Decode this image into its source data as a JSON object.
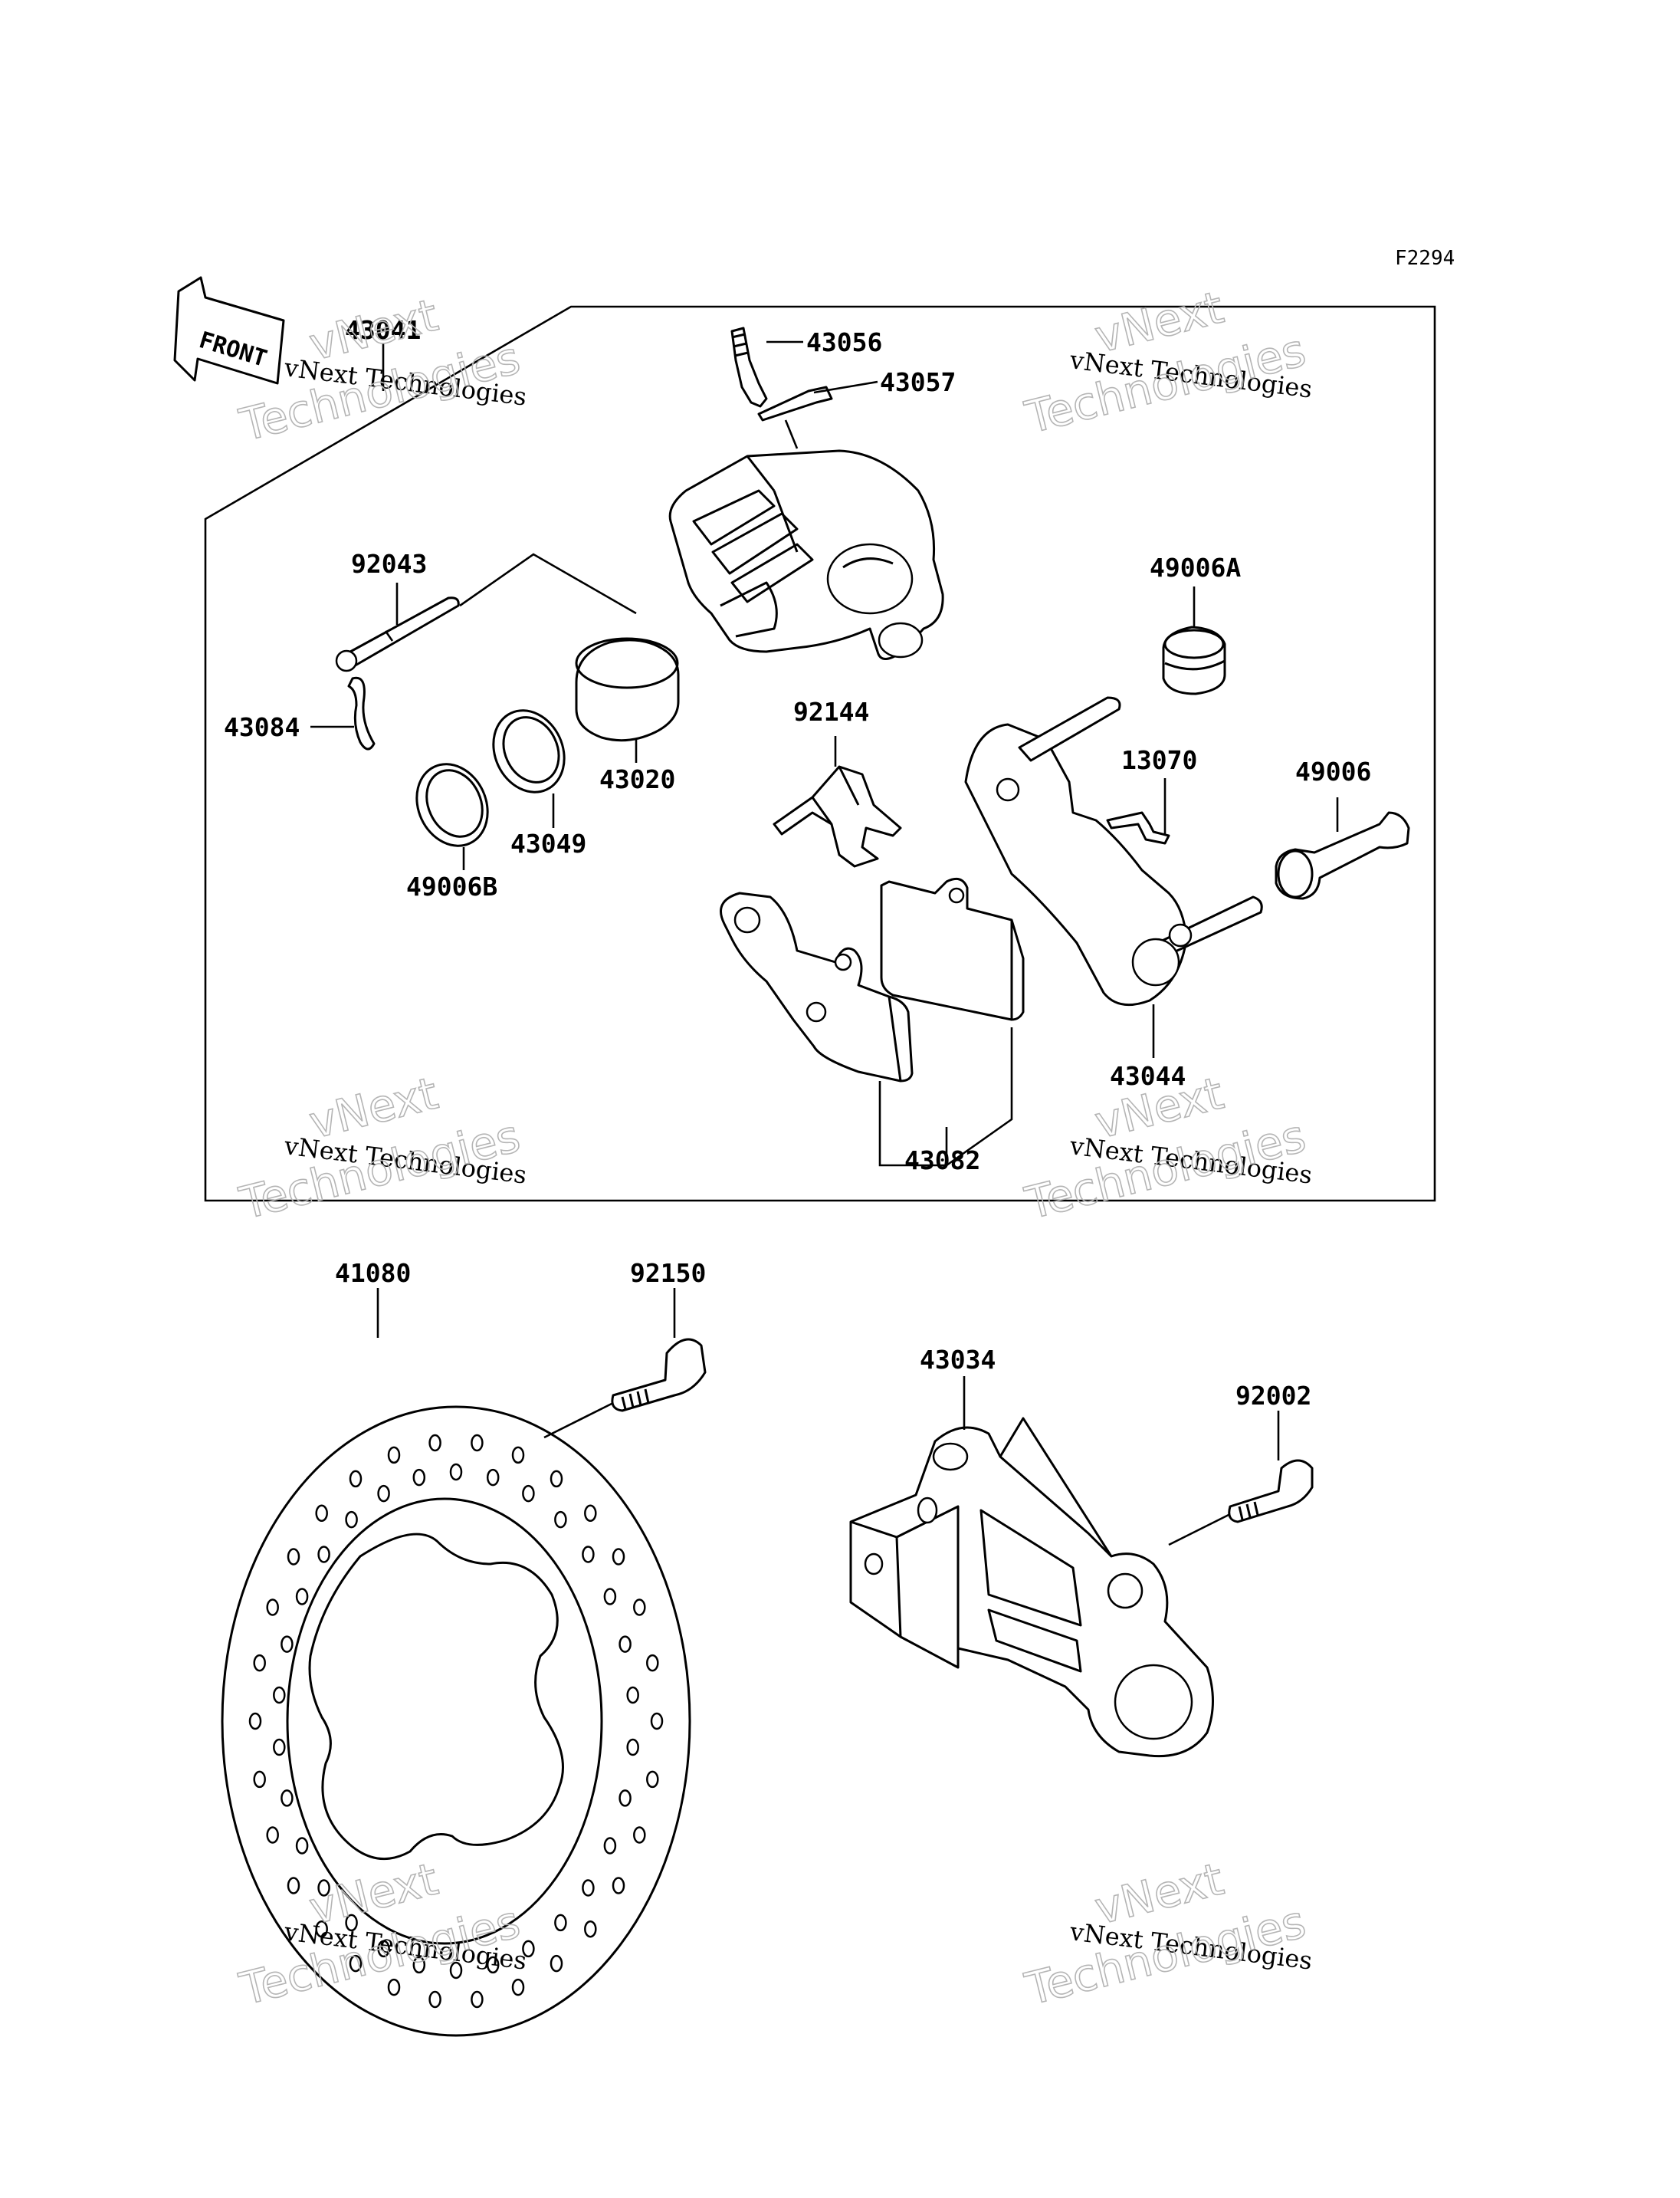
{
  "diagram_code": "F2294",
  "front_arrow_label": "FRONT",
  "watermark": {
    "line1": "vNext Technologies",
    "line2": "vNext",
    "line3": "Technologies"
  },
  "parts": {
    "p43041": "43041",
    "p43056": "43056",
    "p43057": "43057",
    "p92043": "92043",
    "p49006A": "49006A",
    "p43084": "43084",
    "p43020": "43020",
    "p92144": "92144",
    "p13070": "13070",
    "p49006": "49006",
    "p43049": "43049",
    "p49006B": "49006B",
    "p43044": "43044",
    "p43082": "43082",
    "p41080": "41080",
    "p92150": "92150",
    "p43034": "43034",
    "p92002": "92002"
  }
}
